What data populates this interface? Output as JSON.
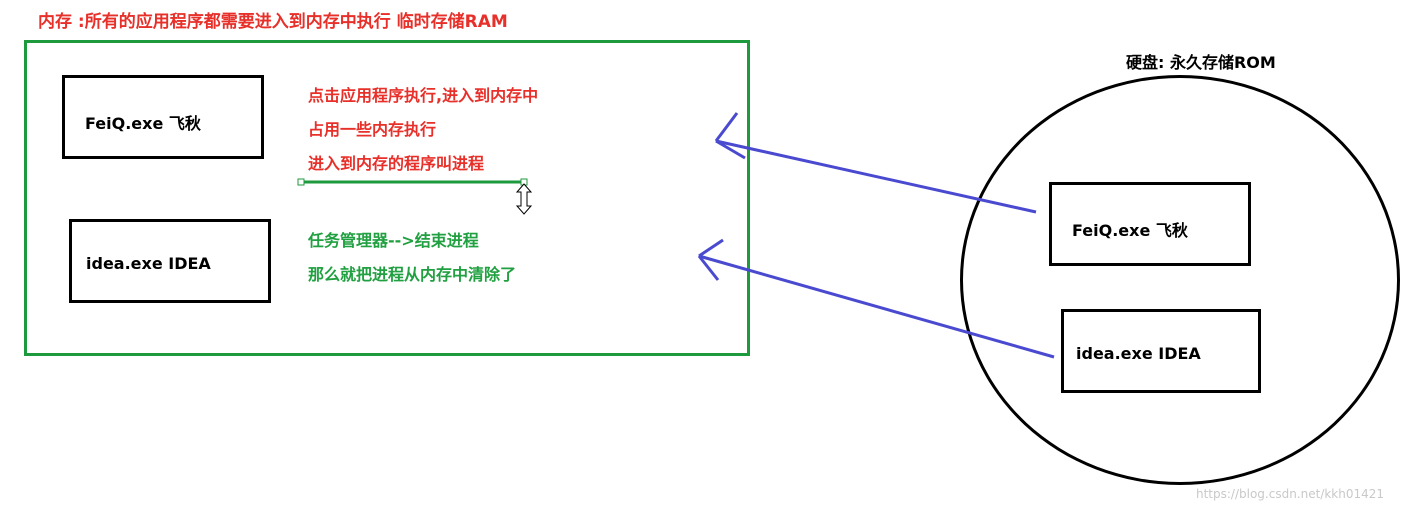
{
  "colors": {
    "red_text": "#e8302a",
    "green_text": "#20a040",
    "green_border": "#1e9a3e",
    "arrow_blue": "#4a4ad0",
    "black": "#000000",
    "watermark": "#c9c9c9"
  },
  "memory": {
    "title": "内存 :所有的应用程序都需要进入到内存中执行  临时存储RAM",
    "programs": {
      "feiq": "FeiQ.exe 飞秋",
      "idea": "idea.exe IDEA"
    },
    "notes_red": [
      "点击应用程序执行,进入到内存中",
      "占用一些内存执行",
      "进入到内存的程序叫进程"
    ],
    "notes_green": [
      "任务管理器-->结束进程",
      "那么就把进程从内存中清除了"
    ]
  },
  "disk": {
    "title": "硬盘: 永久存储ROM",
    "programs": {
      "feiq": "FeiQ.exe 飞秋",
      "idea": "idea.exe IDEA"
    }
  },
  "watermark": "https://blog.csdn.net/kkh01421",
  "icons": {
    "resize_cursor": "vertical-resize-cursor-icon",
    "arrow": "arrow-left-icon"
  }
}
